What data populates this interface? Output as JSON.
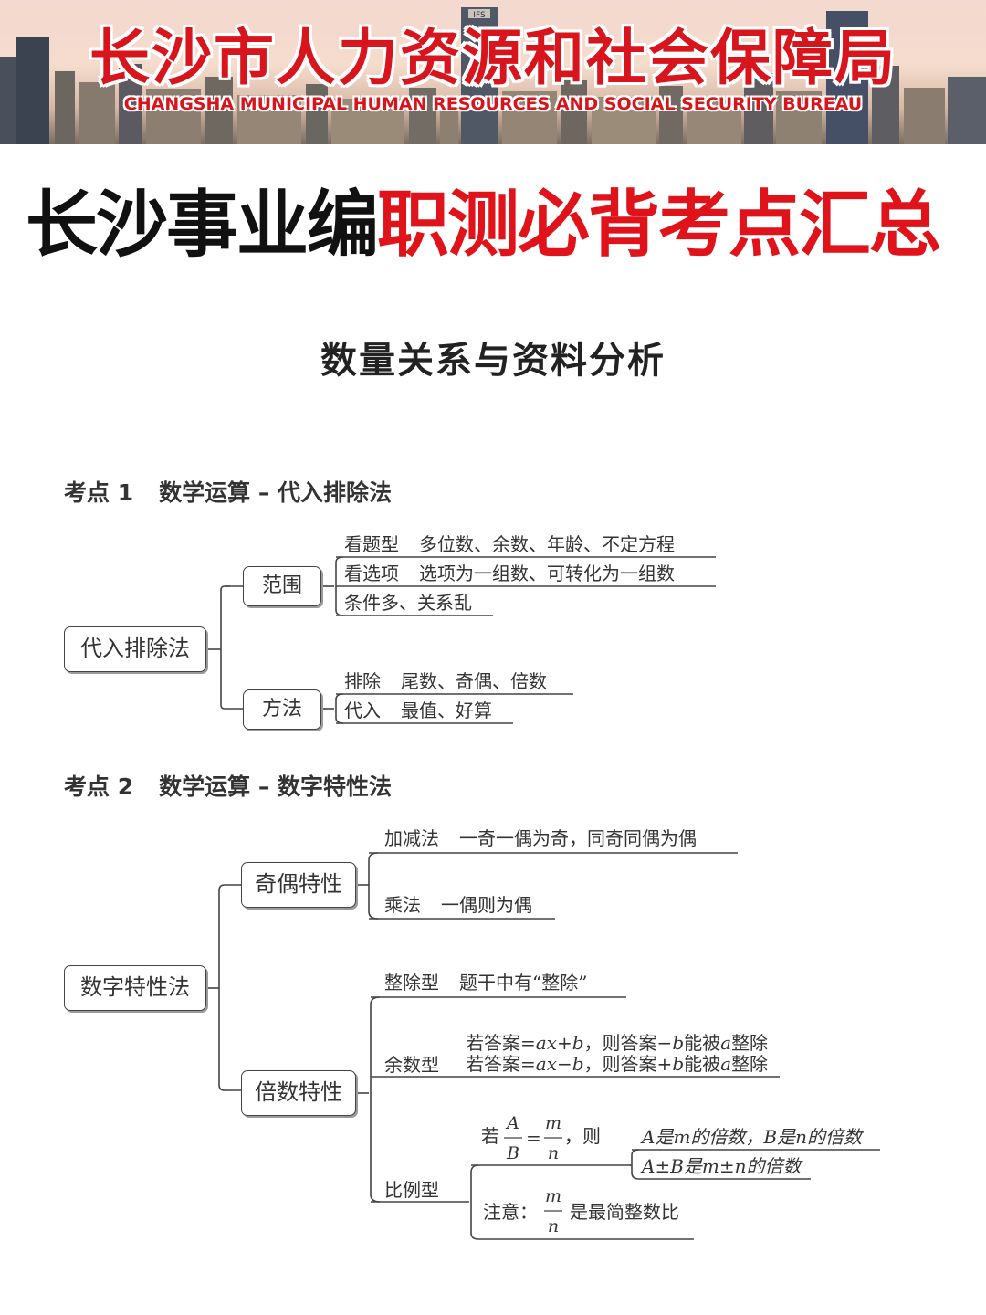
{
  "banner": {
    "title": "长沙市人力资源和社会保障局",
    "subtitle": "CHANGSHA MUNICIPAL HUMAN RESOURCES AND SOCIAL SECURITY BUREAU",
    "building_sign": "IFS"
  },
  "headline": {
    "part_black": "长沙事业编",
    "part_red": "职测必背考点汇总"
  },
  "section_title": "数量关系与资料分析",
  "kaodian1": {
    "num": "考点 1",
    "title": "数学运算 – 代入排除法",
    "root": "代入排除法",
    "branch_range": {
      "label": "范围",
      "items": [
        {
          "key": "看题型",
          "text": "多位数、余数、年龄、不定方程"
        },
        {
          "key": "看选项",
          "text": "选项为一组数、可转化为一组数"
        },
        {
          "key": "",
          "text": "条件多、关系乱"
        }
      ]
    },
    "branch_method": {
      "label": "方法",
      "items": [
        {
          "key": "排除",
          "text": "尾数、奇偶、倍数"
        },
        {
          "key": "代入",
          "text": "最值、好算"
        }
      ]
    }
  },
  "kaodian2": {
    "num": "考点 2",
    "title": "数学运算 – 数字特性法",
    "root": "数字特性法",
    "branch_parity": {
      "label": "奇偶特性",
      "items": [
        {
          "key": "加减法",
          "text": "一奇一偶为奇，同奇同偶为偶"
        },
        {
          "key": "乘法",
          "text": "一偶则为偶"
        }
      ]
    },
    "branch_multiple": {
      "label": "倍数特性",
      "divisible": {
        "key": "整除型",
        "text": "题干中有“整除”"
      },
      "remainder": {
        "key": "余数型",
        "line1_a": "若答案=",
        "line1_var": "ax",
        "line1_b": "+",
        "line1_c": "b",
        "line1_d": "，则答案−",
        "line1_e": "b",
        "line1_f": "能被",
        "line1_g": "a",
        "line1_h": "整除",
        "line2_a": "若答案=",
        "line2_var": "ax",
        "line2_b": "−",
        "line2_c": "b",
        "line2_d": "，则答案+",
        "line2_e": "b",
        "line2_f": "能被",
        "line2_g": "a",
        "line2_h": "整除"
      },
      "ratio": {
        "key": "比例型",
        "if_word": "若",
        "frac_AB_num": "A",
        "frac_AB_den": "B",
        "eq": "=",
        "frac_mn_num": "m",
        "frac_mn_den": "n",
        "then_word": "，则",
        "result1": "A是m的倍数，B是n的倍数",
        "result2": "A±B是m±n的倍数",
        "note_word": "注意：",
        "note_frac_num": "m",
        "note_frac_den": "n",
        "note_text": "是最简整数比"
      }
    }
  }
}
